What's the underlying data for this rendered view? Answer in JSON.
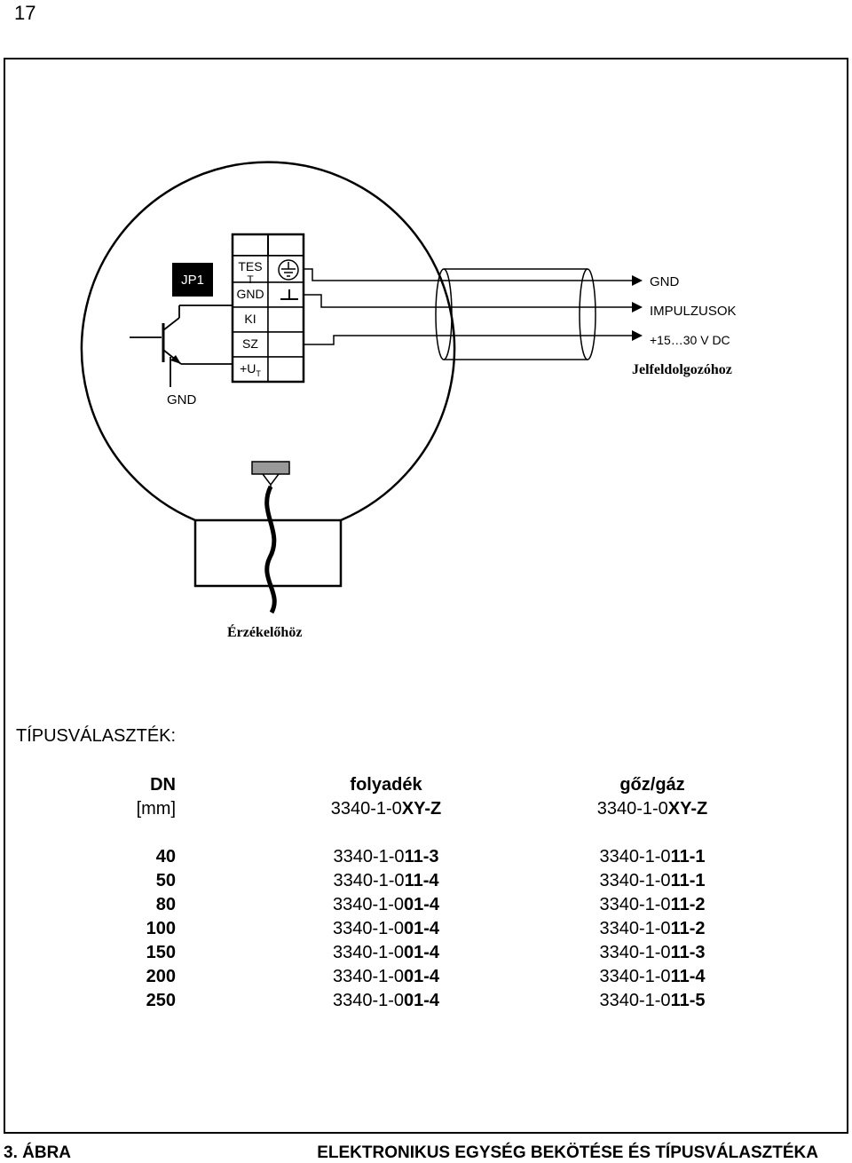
{
  "page_number": "17",
  "diagram": {
    "jumper_label": "JP1",
    "terminals": [
      {
        "label": "TES\nT",
        "symbol": "protective-earth-icon"
      },
      {
        "label": "GND",
        "symbol": "ground-icon"
      },
      {
        "label": "KI",
        "symbol": ""
      },
      {
        "label": "SZ",
        "symbol": ""
      },
      {
        "label": "+U",
        "sub": "T",
        "symbol": ""
      }
    ],
    "transistor_gnd": "GND",
    "cable_labels": {
      "gnd": "GND",
      "pulses": "IMPULZUSOK",
      "supply": "+15…30 V DC",
      "destination": "Jelfeldolgozóhoz"
    },
    "sensor_label": "Érzékelőhöz"
  },
  "type_table": {
    "title": "TÍPUSVÁLASZTÉK:",
    "headers": {
      "dn": "DN",
      "dn_unit": "[mm]",
      "liquid": "folyadék",
      "liquid_code_prefix": "3340-1-0",
      "liquid_code_suffix": "XY-Z",
      "gas": "gőz/gáz",
      "gas_code_prefix": "3340-1-0",
      "gas_code_suffix": "XY-Z"
    },
    "rows": [
      {
        "dn": "40",
        "liq_prefix": "3340-1-0",
        "liq_suffix": "11-3",
        "gas_prefix": "3340-1-0",
        "gas_suffix": "11-1"
      },
      {
        "dn": "50",
        "liq_prefix": "3340-1-0",
        "liq_suffix": "11-4",
        "gas_prefix": "3340-1-0",
        "gas_suffix": "11-1"
      },
      {
        "dn": "80",
        "liq_prefix": "3340-1-0",
        "liq_suffix": "01-4",
        "gas_prefix": "3340-1-0",
        "gas_suffix": "11-2"
      },
      {
        "dn": "100",
        "liq_prefix": "3340-1-0",
        "liq_suffix": "01-4",
        "gas_prefix": "3340-1-0",
        "gas_suffix": "11-2"
      },
      {
        "dn": "150",
        "liq_prefix": "3340-1-0",
        "liq_suffix": "01-4",
        "gas_prefix": "3340-1-0",
        "gas_suffix": "11-3"
      },
      {
        "dn": "200",
        "liq_prefix": "3340-1-0",
        "liq_suffix": "01-4",
        "gas_prefix": "3340-1-0",
        "gas_suffix": "11-4"
      },
      {
        "dn": "250",
        "liq_prefix": "3340-1-0",
        "liq_suffix": "01-4",
        "gas_prefix": "3340-1-0",
        "gas_suffix": "11-5"
      }
    ]
  },
  "caption": {
    "figure": "3. ÁBRA",
    "title": "ELEKTRONIKUS EGYSÉG BEKÖTÉSE ÉS TÍPUSVÁLASZTÉKA"
  },
  "colors": {
    "sensor_block": "#999999"
  }
}
